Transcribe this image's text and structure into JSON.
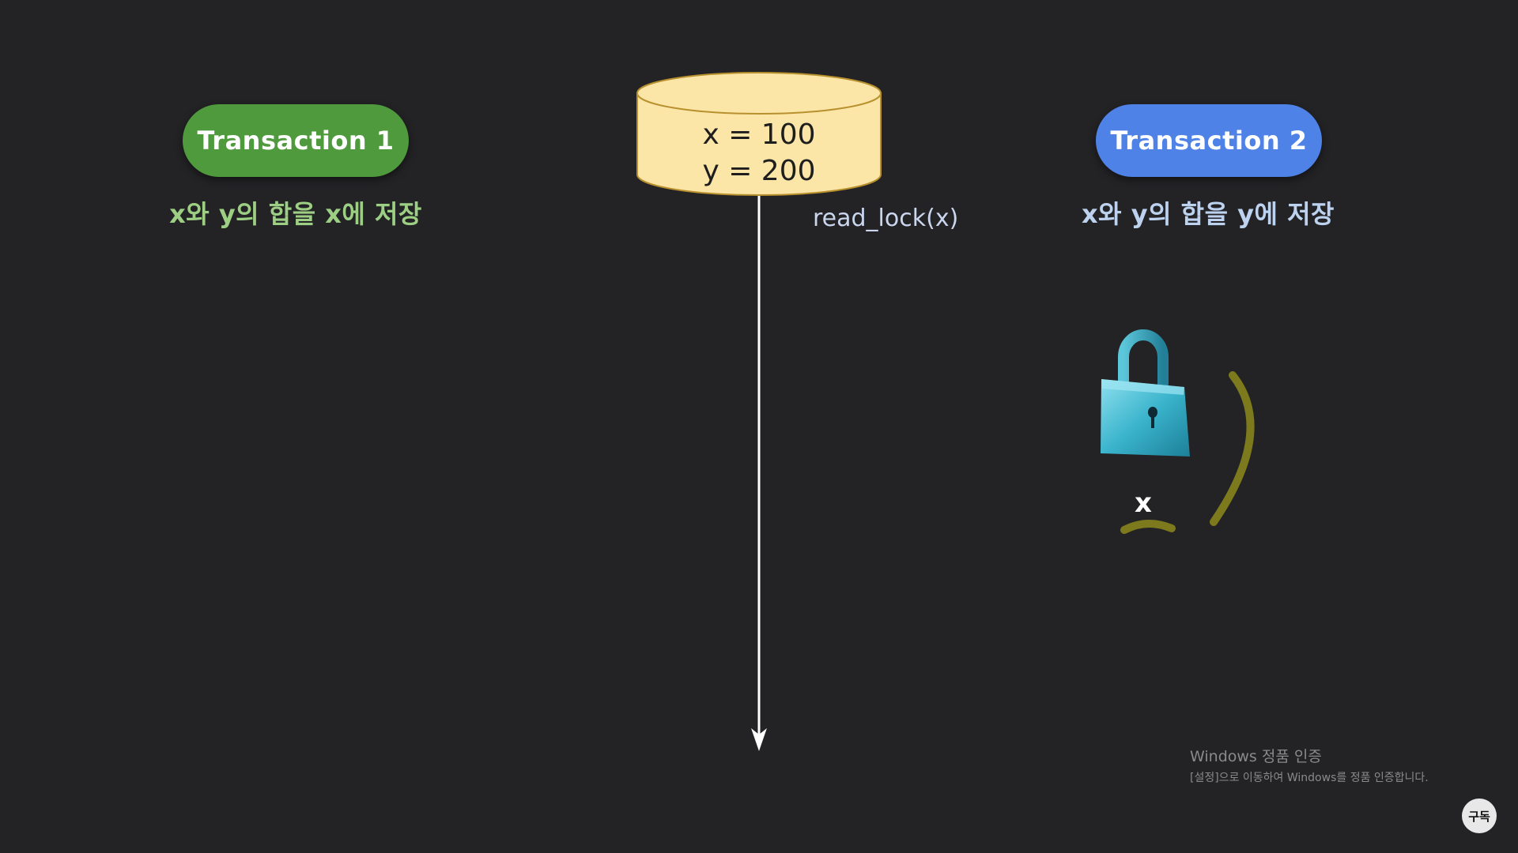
{
  "transaction1": {
    "label": "Transaction 1",
    "task": "x와 y의 합을 x에 저장",
    "color": "#4f9a3d"
  },
  "transaction2": {
    "label": "Transaction 2",
    "task": "x와 y의 합을 y에 저장",
    "color": "#4f82e6"
  },
  "database": {
    "line1": "x = 100",
    "line2": "y = 200",
    "fill": "#fbe6a8"
  },
  "timeline": {
    "operation": "read_lock(x)"
  },
  "lock": {
    "icon": "padlock-icon",
    "variable": "x",
    "color": "#3ab4cc"
  },
  "windows_notice": {
    "title": "Windows 정품 인증",
    "subtitle": "[설정]으로 이동하여 Windows를 정품 인증합니다."
  },
  "subscribe": {
    "label": "구독"
  }
}
